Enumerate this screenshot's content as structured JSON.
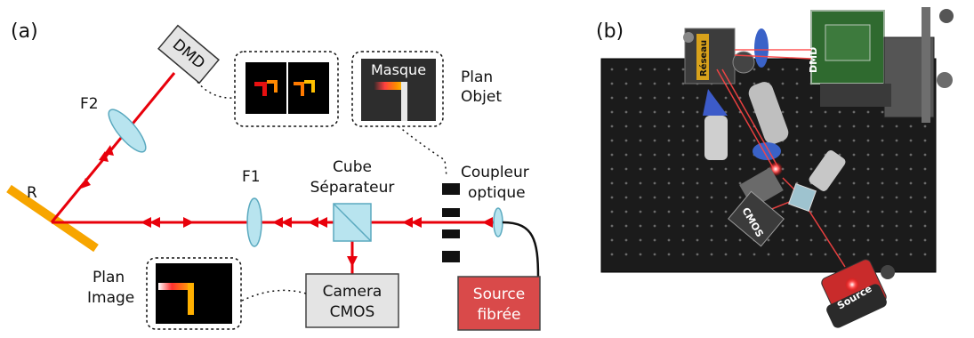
{
  "panel_a": {
    "panel_label": "(a)",
    "dmd_label": "DMD",
    "f2_label": "F2",
    "f1_label": "F1",
    "r_label": "R",
    "mask_label": "Masque",
    "object_plane_line1": "Plan",
    "object_plane_line2": "Objet",
    "cube_line1": "Cube",
    "cube_line2": "Séparateur",
    "coupler_line1": "Coupleur",
    "coupler_line2": "optique",
    "image_plane_line1": "Plan",
    "image_plane_line2": "Image",
    "camera_line1": "Camera",
    "camera_line2": "CMOS",
    "source_line1": "Source",
    "source_line2": "fibrée"
  },
  "panel_b": {
    "panel_label": "(b)",
    "reseau_label": "Réseau",
    "dmd_label": "DMD",
    "cmos_label": "CMOS",
    "source_label": "Source"
  },
  "colors": {
    "beam": "#e8000b",
    "lens_fill": "#b8e4ef",
    "lens_stroke": "#5aa9bf",
    "mirror": "#f7a500",
    "box_gray": "#e4e4e4",
    "source_red": "#d94a4a",
    "table_black": "#1b1b1b"
  }
}
